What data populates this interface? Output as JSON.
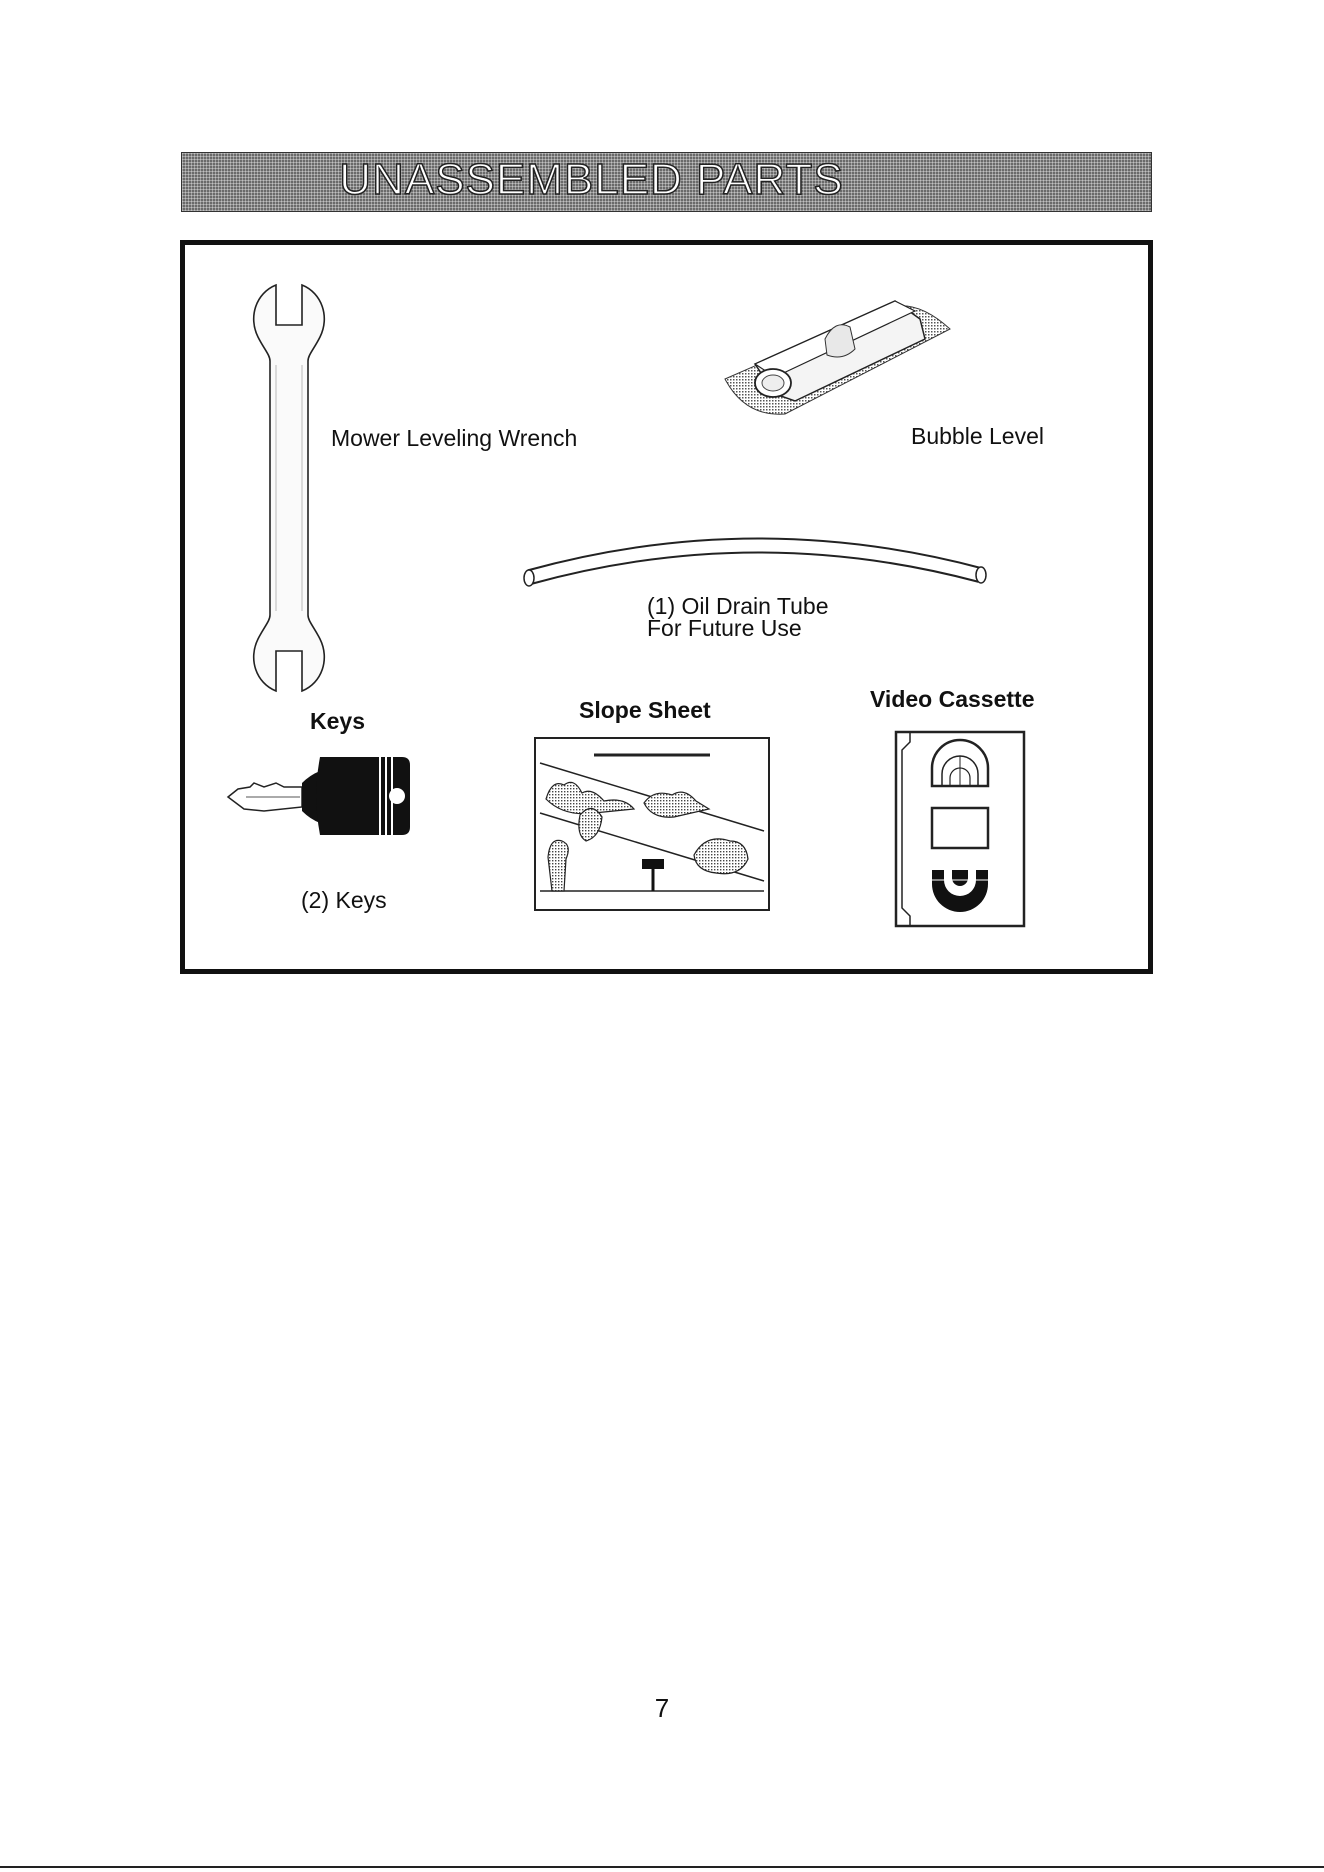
{
  "banner": {
    "title": "UNASSEMBLED PARTS"
  },
  "parts": {
    "wrench": {
      "label": "Mower Leveling Wrench",
      "icon": "wrench-icon"
    },
    "bubble_level": {
      "label": "Bubble Level",
      "icon": "bubble-level-icon"
    },
    "oil_tube": {
      "label_line1": "(1) Oil Drain Tube",
      "label_line2": "For Future Use",
      "icon": "oil-drain-tube-icon"
    },
    "keys": {
      "heading": "Keys",
      "caption": "(2) Keys",
      "icon": "key-icon"
    },
    "slope_sheet": {
      "heading": "Slope Sheet",
      "icon": "slope-sheet-icon"
    },
    "video": {
      "heading": "Video Cassette",
      "icon": "video-cassette-icon"
    }
  },
  "page": {
    "number": "7"
  }
}
